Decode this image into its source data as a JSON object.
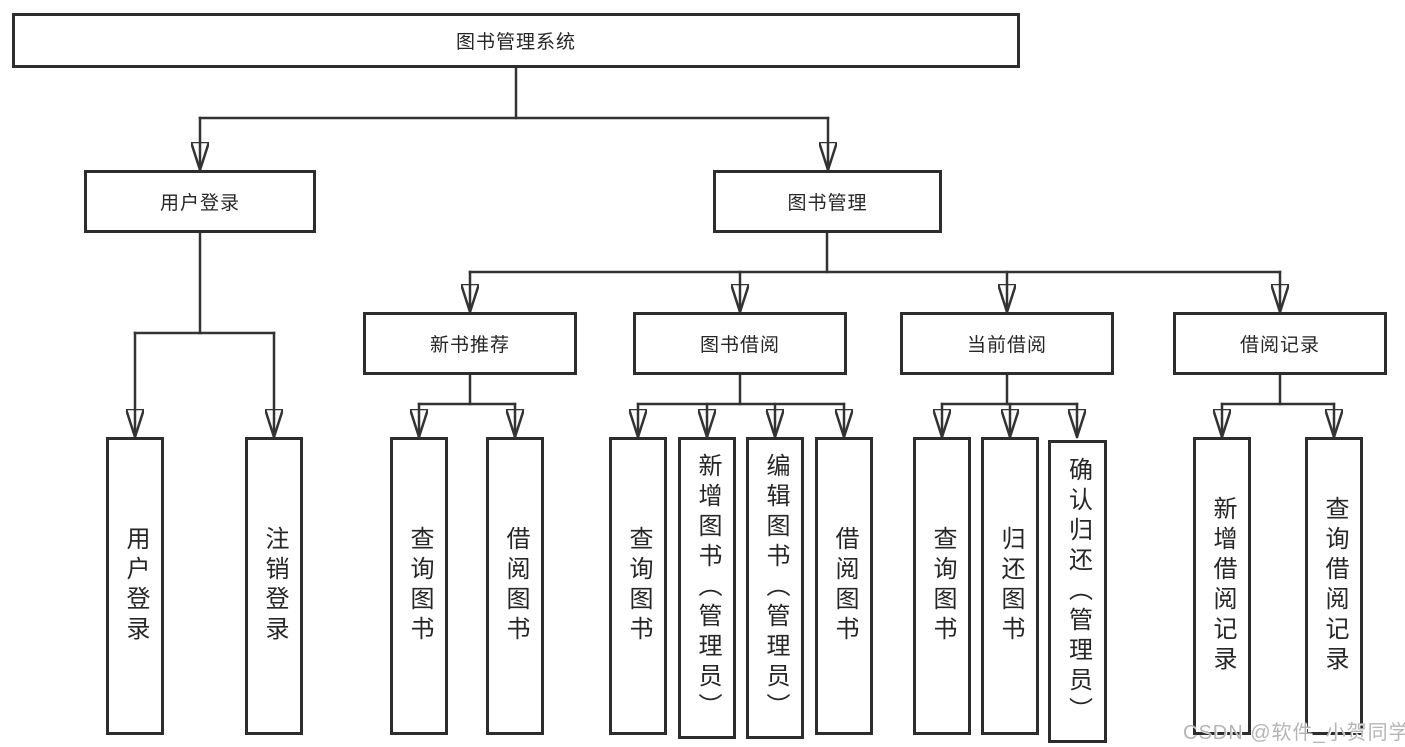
{
  "tree": {
    "label": "图书管理系统",
    "children": [
      {
        "label": "用户登录",
        "children": [
          {
            "label": "用户登录"
          },
          {
            "label": "注销登录"
          }
        ]
      },
      {
        "label": "图书管理",
        "children": [
          {
            "label": "新书推荐",
            "children": [
              {
                "label": "查询图书"
              },
              {
                "label": "借阅图书"
              }
            ]
          },
          {
            "label": "图书借阅",
            "children": [
              {
                "label": "查询图书"
              },
              {
                "label": "新增图书（管理员）"
              },
              {
                "label": "编辑图书（管理员）"
              },
              {
                "label": "借阅图书"
              }
            ]
          },
          {
            "label": "当前借阅",
            "children": [
              {
                "label": "查询图书"
              },
              {
                "label": "归还图书"
              },
              {
                "label": "确认归还（管理员）"
              }
            ]
          },
          {
            "label": "借阅记录",
            "children": [
              {
                "label": "新增借阅记录"
              },
              {
                "label": "查询借阅记录"
              }
            ]
          }
        ]
      }
    ]
  },
  "watermark": "CSDN @软件_小贺同学",
  "colors": {
    "line": "#333333",
    "box_border": "#2d2d2d",
    "text": "#262626",
    "background": "#ffffff",
    "watermark": "#b5b5b5"
  }
}
